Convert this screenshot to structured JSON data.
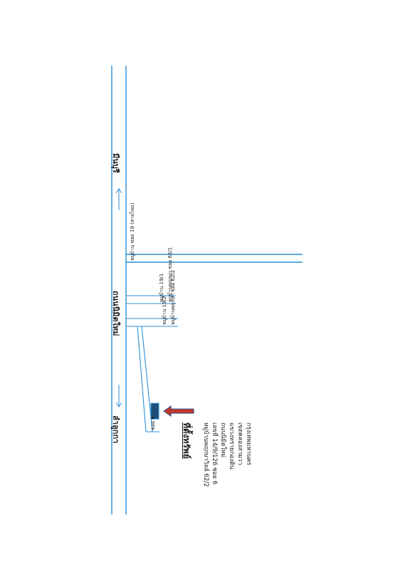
{
  "colors": {
    "road": "#2a8fd8",
    "arrow_fill": "#c0392b",
    "arrow_border": "#2a4d8f",
    "property": "#1f4e79"
  },
  "roads": {
    "main_road_name": "ถนนนิมิตใหม่",
    "direction_left": "ลำลูกกา",
    "direction_right": "มีนบุรี",
    "soi_top": "หมู่บ้านพฤกษา ซอย 62/1",
    "soi_top_sub": "หมู่บ้าน 19/1",
    "soi_mid": "หมู่บ้านพฤกษา ซอย 62/2",
    "soi_mid_sub": "หมู่บ้าน 19/2",
    "soi_far": "หมู่บ้าน ซอย 19 (สายไหม)",
    "small_soi": "ซอย 6"
  },
  "property": {
    "title": "ที่ตั้งทรัพย์",
    "address_lines": [
      "หมู่บ้านพฤกษาวิลล์ 62/2",
      "เลขที่ 14/9/126  ซอย 6",
      "ถนนนิมิตใหม่",
      "แขวงทรายกองดิน",
      "เขตคลองสามวา",
      "กรุงเทพมหานคร"
    ]
  }
}
